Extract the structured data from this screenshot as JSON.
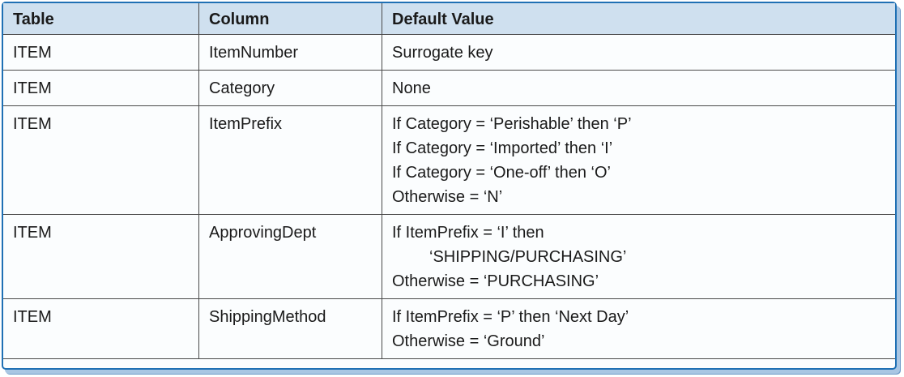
{
  "headers": {
    "table": "Table",
    "column": "Column",
    "default_value": "Default Value"
  },
  "rows": [
    {
      "table": "ITEM",
      "column": "ItemNumber",
      "value_lines": [
        "Surrogate key"
      ]
    },
    {
      "table": "ITEM",
      "column": "Category",
      "value_lines": [
        "None"
      ]
    },
    {
      "table": "ITEM",
      "column": "ItemPrefix",
      "value_lines": [
        "If Category = ‘Perishable’ then ‘P’",
        "If Category = ‘Imported’ then ‘I’",
        "If Category = ‘One-off’ then ‘O’",
        "Otherwise = ‘N’"
      ]
    },
    {
      "table": "ITEM",
      "column": "ApprovingDept",
      "value_lines": [
        "If ItemPrefix = ‘I’ then",
        "‘SHIPPING/PURCHASING’",
        "Otherwise = ‘PURCHASING’"
      ]
    },
    {
      "table": "ITEM",
      "column": "ShippingMethod",
      "value_lines": [
        "If ItemPrefix = ‘P’ then ‘Next Day’",
        "Otherwise = ‘Ground’"
      ]
    }
  ]
}
